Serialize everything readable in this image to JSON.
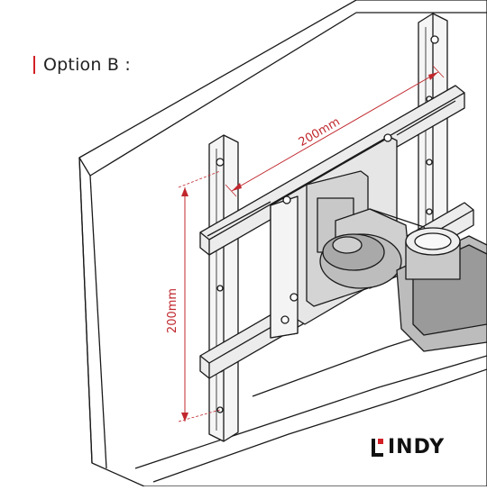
{
  "caption": {
    "text": "Option B :"
  },
  "dimensions": {
    "horizontal": "200mm",
    "vertical": "200mm"
  },
  "brand": {
    "logo_letter": "L",
    "logo_rest": "INDY"
  },
  "colors": {
    "accent": "#d32027",
    "line": "#1a1a1a",
    "dimension": "#c0272d",
    "panel": "#f2f2f2",
    "steel": "#d9d9d9"
  }
}
